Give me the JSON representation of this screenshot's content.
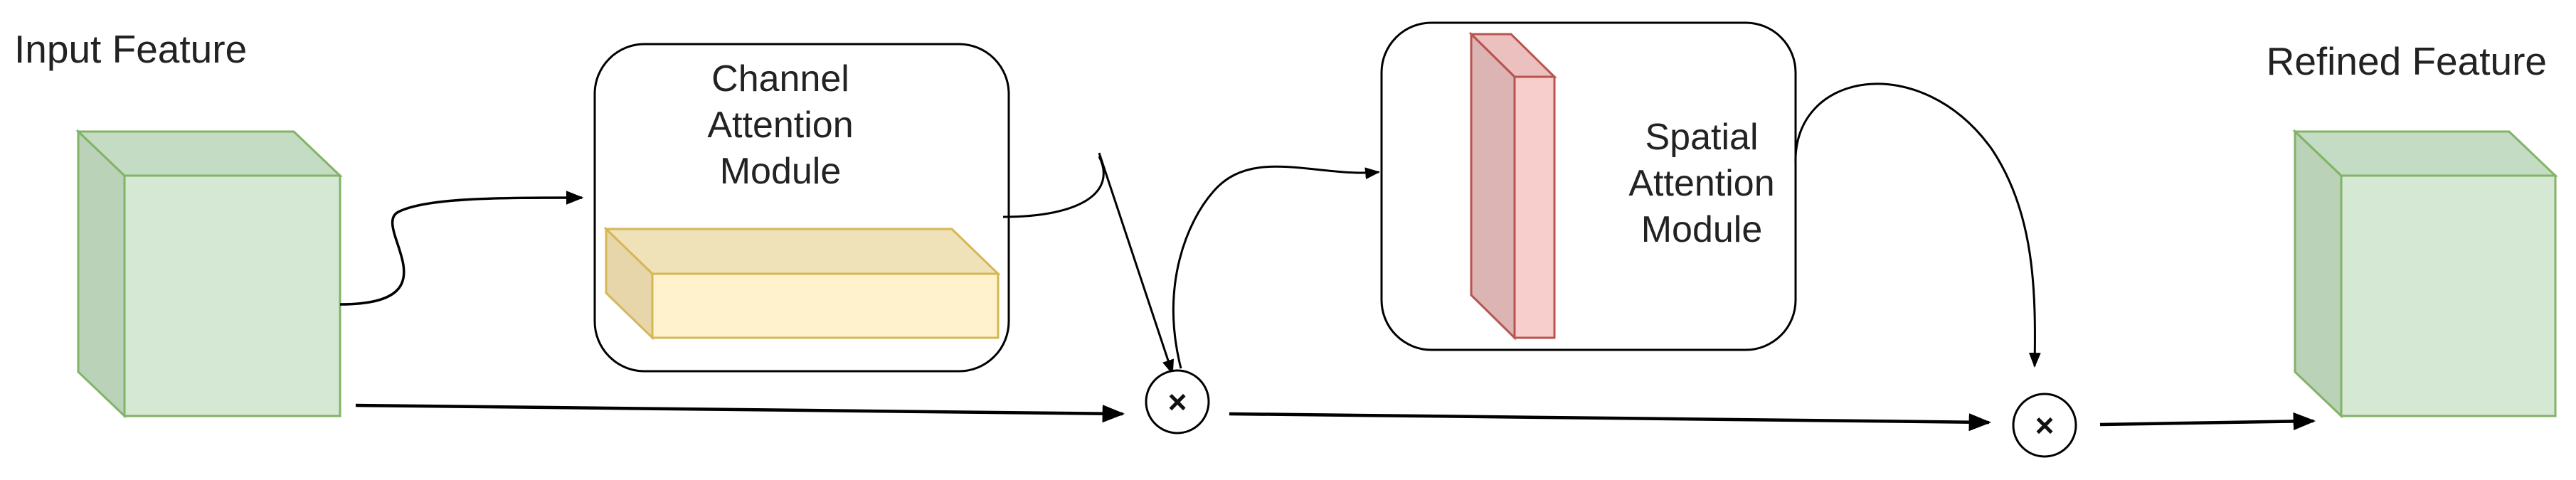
{
  "labels": {
    "input_feature": "Input Feature",
    "refined_feature": "Refined Feature"
  },
  "channel_module": {
    "line1": "Channel",
    "line2": "Attention",
    "line3": "Module"
  },
  "spatial_module": {
    "line1": "Spatial",
    "line2": "Attention",
    "line3": "Module"
  },
  "operators": {
    "multiply_1": "×",
    "multiply_2": "×"
  },
  "colors": {
    "green_face": "#d5e8d4",
    "green_side": "#b9d2b8",
    "green_top": "#c4dcc3",
    "green_stroke": "#82b366",
    "yellow_face": "#fff2cc",
    "yellow_side": "#e6d6aa",
    "yellow_top": "#f0e2b8",
    "yellow_stroke": "#d6b656",
    "red_face": "#f8cecc",
    "red_side": "#dcb4b4",
    "red_top": "#ecc0be",
    "red_stroke": "#b85450",
    "line": "#000000"
  }
}
